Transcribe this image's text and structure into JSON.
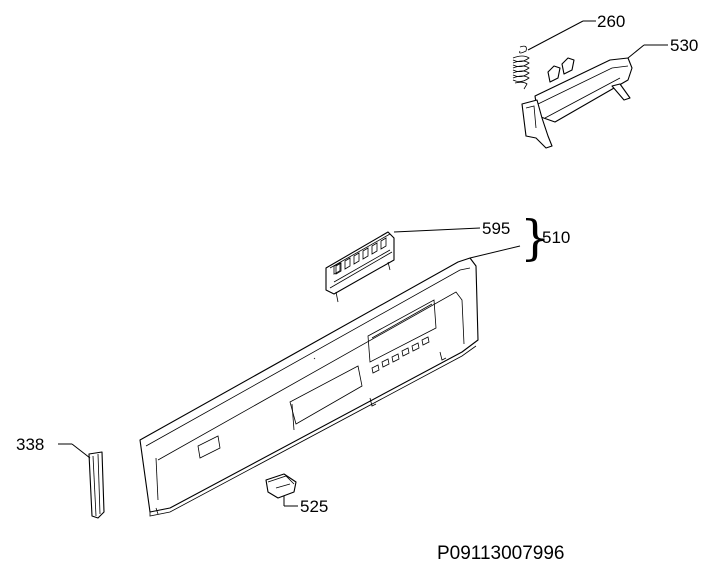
{
  "callouts": {
    "c260": "260",
    "c530": "530",
    "c595": "595",
    "c510": "510",
    "c338": "338",
    "c525": "525"
  },
  "drawing_number": "P09113007996"
}
